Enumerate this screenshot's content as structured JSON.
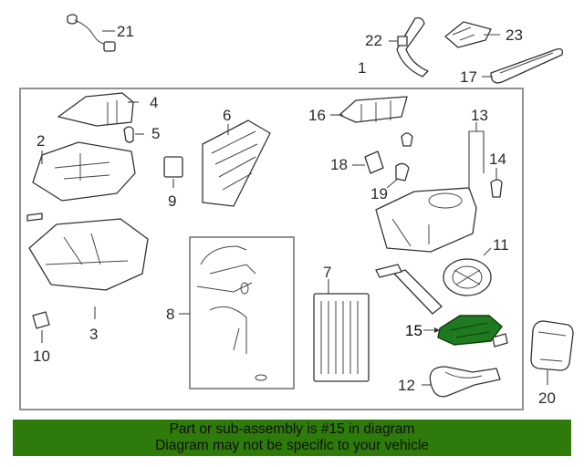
{
  "diagram": {
    "callouts": {
      "c1": "1",
      "c2": "2",
      "c3": "3",
      "c4": "4",
      "c5": "5",
      "c6": "6",
      "c7": "7",
      "c8": "8",
      "c9": "9",
      "c10": "10",
      "c11": "11",
      "c12": "12",
      "c13": "13",
      "c14": "14",
      "c15": "15",
      "c16": "16",
      "c17": "17",
      "c18": "18",
      "c19": "19",
      "c20": "20",
      "c21": "21",
      "c22": "22",
      "c23": "23"
    },
    "highlighted_part": "15",
    "highlight_color": "#1f7a1f",
    "banner_color": "#2e7a0a"
  },
  "banner": {
    "line1": "Part or sub-assembly is #15 in diagram",
    "line2": "Diagram may not be specific to your vehicle"
  }
}
